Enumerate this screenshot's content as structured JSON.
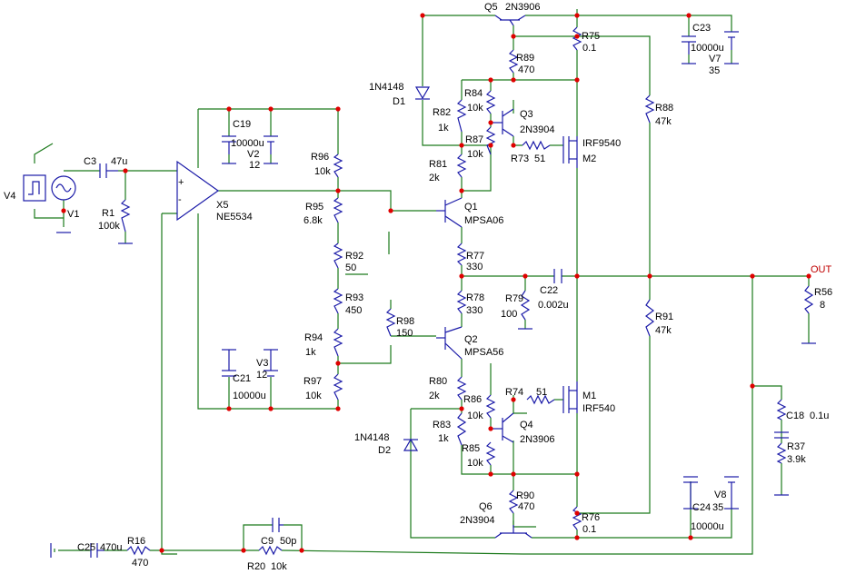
{
  "colors": {
    "wire": "#1c7a1c",
    "node": "#e00000",
    "part": "#1a1aa8",
    "text": "#000000",
    "net_label": "#c00000"
  },
  "components": {
    "V4": "V4",
    "V1": "V1",
    "C3": "C3",
    "C3_val": "47u",
    "R1": "R1",
    "R1_val": "100k",
    "X5": "X5",
    "X5_val": "NE5534",
    "C19": "C19",
    "C19_val": "10000u",
    "V2": "V2",
    "V2_val": "12",
    "C21": "C21",
    "C21_val": "10000u",
    "V3": "V3",
    "V3_val": "12",
    "R96": "R96",
    "R96_val": "10k",
    "R95": "R95",
    "R95_val": "6.8k",
    "R92": "R92",
    "R92_val": "50",
    "R93": "R93",
    "R93_val": "450",
    "R94": "R94",
    "R94_val": "1k",
    "R97": "R97",
    "R97_val": "10k",
    "R98": "R98",
    "R98_val": "150",
    "D1": "D1",
    "D1_val": "1N4148",
    "D2": "D2",
    "D2_val": "1N4148",
    "Q5": "Q5",
    "Q5_val": "2N3906",
    "Q6": "Q6",
    "Q6_val": "2N3904",
    "R89": "R89",
    "R89_val": "470",
    "R90": "R90",
    "R90_val": "470",
    "R84": "R84",
    "R84_val": "10k",
    "R82": "R82",
    "R82_val": "1k",
    "R87": "R87",
    "R87_val": "10k",
    "Q3": "Q3",
    "Q3_val": "2N3904",
    "R73": "R73",
    "R73_val": "51",
    "M2": "M2",
    "M2_val": "IRF9540",
    "R81": "R81",
    "R81_val": "2k",
    "Q1": "Q1",
    "Q1_val": "MPSA06",
    "R77": "R77",
    "R77_val": "330",
    "R78": "R78",
    "R78_val": "330",
    "R79": "R79",
    "R79_val": "100",
    "C22": "C22",
    "C22_val": "0.002u",
    "Q2": "Q2",
    "Q2_val": "MPSA56",
    "R80": "R80",
    "R80_val": "2k",
    "R86": "R86",
    "R86_val": "10k",
    "R83": "R83",
    "R83_val": "1k",
    "R85": "R85",
    "R85_val": "10k",
    "R74": "R74",
    "R74_val": "51",
    "Q4": "Q4",
    "Q4_val": "2N3906",
    "M1": "M1",
    "M1_val": "IRF540",
    "R75": "R75",
    "R75_val": "0.1",
    "R76": "R76",
    "R76_val": "0.1",
    "R88": "R88",
    "R88_val": "47k",
    "R91": "R91",
    "R91_val": "47k",
    "C23": "C23",
    "C23_val": "10000u",
    "V7": "V7",
    "V7_val": "35",
    "C24": "C24",
    "C24_val": "10000u",
    "V8": "V8",
    "V8_val": "35",
    "R56": "R56",
    "R56_val": "8",
    "C18": "C18",
    "C18_val": "0.1u",
    "R37": "R37",
    "R37_val": "3.9k",
    "C25": "C25",
    "C25_val": "470u",
    "R16": "R16",
    "R16_val": "470",
    "C9": "C9",
    "C9_val": "50p",
    "R20": "R20",
    "R20_val": "10k"
  },
  "net_labels": {
    "out": "OUT"
  },
  "pin_marks": {
    "plus": "+",
    "minus": "-"
  }
}
